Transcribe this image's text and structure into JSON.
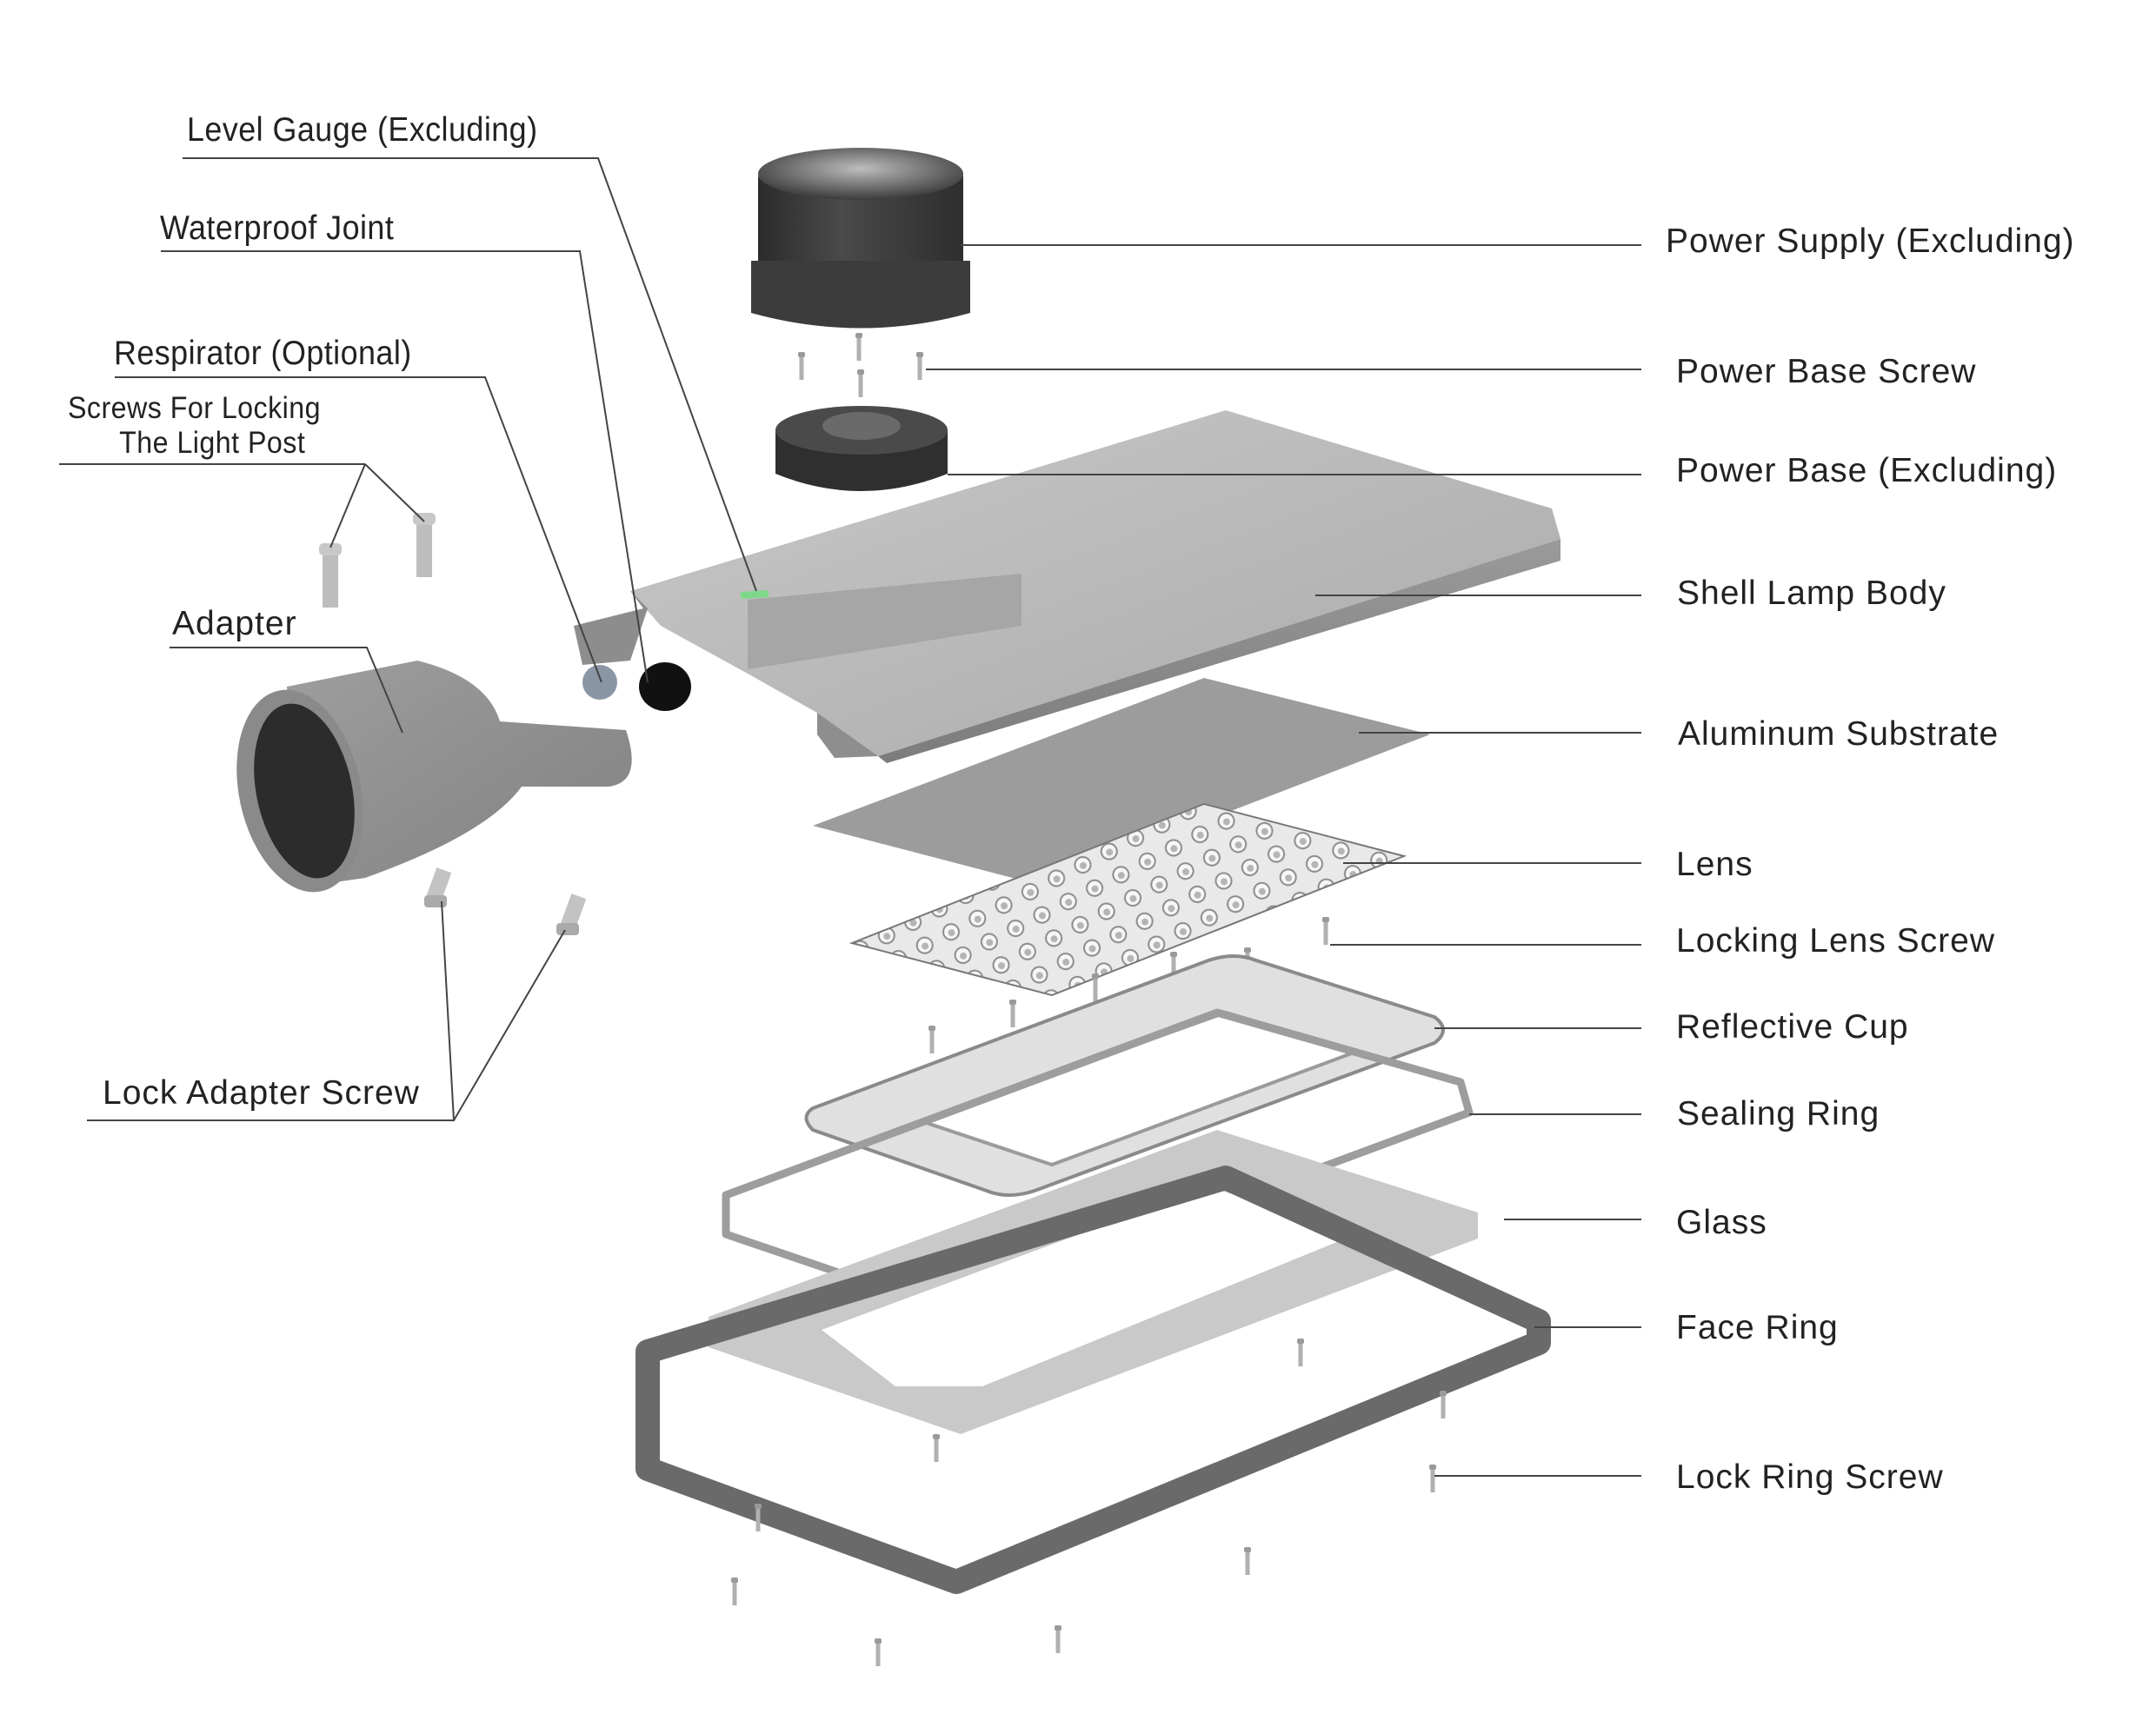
{
  "title": "LED Street Light Exploded View",
  "labels_left": [
    {
      "id": "level-gauge",
      "text": "Level Gauge (Excluding)"
    },
    {
      "id": "waterproof-joint",
      "text": "Waterproof Joint"
    },
    {
      "id": "respirator",
      "text": "Respirator (Optional)"
    },
    {
      "id": "screws-light-post",
      "line1": "Screws For Locking",
      "line2": "The Light Post"
    },
    {
      "id": "adapter",
      "text": "Adapter"
    },
    {
      "id": "lock-adapter-screw",
      "text": "Lock Adapter Screw"
    }
  ],
  "labels_right": [
    {
      "id": "power-supply",
      "text": "Power Supply (Excluding)"
    },
    {
      "id": "power-base-screw",
      "text": "Power Base Screw"
    },
    {
      "id": "power-base",
      "text": "Power Base (Excluding)"
    },
    {
      "id": "shell-lamp-body",
      "text": "Shell Lamp Body"
    },
    {
      "id": "aluminum-substrate",
      "text": "Aluminum Substrate"
    },
    {
      "id": "lens",
      "text": "Lens"
    },
    {
      "id": "locking-lens-screw",
      "text": "Locking Lens Screw"
    },
    {
      "id": "reflective-cup",
      "text": "Reflective Cup"
    },
    {
      "id": "sealing-ring",
      "text": "Sealing Ring"
    },
    {
      "id": "glass",
      "text": "Glass"
    },
    {
      "id": "face-ring",
      "text": "Face Ring"
    },
    {
      "id": "lock-ring-screw",
      "text": "Lock Ring Screw"
    }
  ],
  "colors": {
    "text": "#222222",
    "leader": "#444444",
    "aluminum": "#b4b4b4",
    "dark_plastic": "#3a3a3a",
    "level_gauge": "#7fd88a"
  }
}
